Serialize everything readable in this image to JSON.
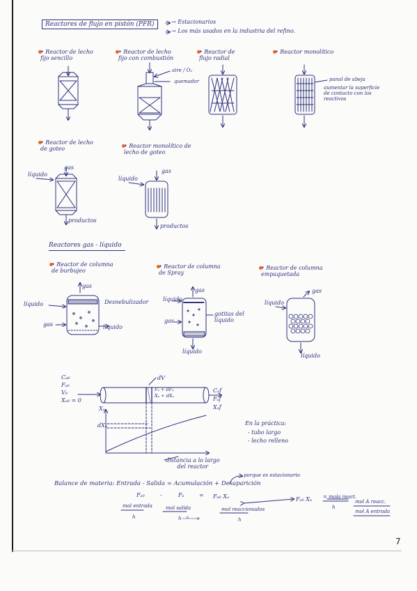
{
  "title": "Reactores de flujo en pistón (PFR)",
  "title_notes": [
    "→ Estacionarios",
    "→ Los más usados en la industria del refino."
  ],
  "reactors_row1": [
    {
      "label": "• Reactor de lecho\nfijo sencillo"
    },
    {
      "label": "• Reactor de lecho\nfijo con combustión"
    },
    {
      "label": "• Reactor de\nflujo radial"
    },
    {
      "label": "• Reactor monolítico"
    }
  ],
  "row1_annotations": {
    "aire": "aire / O₂",
    "quemador": "quemador",
    "panal": "panal de abeja",
    "panal_desc": "aumentar la superficie\nde contacto con los\nreactivos"
  },
  "reactors_row2": [
    {
      "label": "• Reactor de lecho\nde goteo"
    },
    {
      "label": "• Reactor monolítico de\nlecho de goteo"
    }
  ],
  "row2_annotations": {
    "gas1": "gas",
    "liquido1": "líquido",
    "productos1": "productos",
    "gas2": "gas",
    "liquido2": "líquido",
    "productos2": "productos"
  },
  "section2_title": "Reactores gas - líquido",
  "reactors_row3": [
    {
      "label": "• Reactor de columna\nde burbujeo"
    },
    {
      "label": "• Reactor de columna\nde Spray"
    },
    {
      "label": "• Reactor de columna\nempaquetada"
    }
  ],
  "row3_annotations": {
    "gas_a": "gas",
    "liquido_a": "líquido",
    "desnebulizador": "Desnebulizador",
    "gas_in_a": "gas",
    "liquido_out_a": "líquido",
    "gas_b": "gas",
    "liquido_b": "líquido",
    "gotitas": "gotitas del\nlíquido",
    "gas_in_b": "gas",
    "liquido_out_b": "líquido",
    "gas_c": "gas",
    "liquido_c": "líquido",
    "liquido_out_c": "líquido"
  },
  "pfr_diagram": {
    "inlet": [
      "Cₐ₀",
      "Fₐ₀",
      "V₀",
      "Xₐ₀ = 0"
    ],
    "outlet": [
      "Cₐf",
      "Fₐf",
      "Xₐf"
    ],
    "dv": "dV",
    "element": [
      "Fₐ + dFₐ",
      "Xₐ + dXₐ"
    ],
    "xa_axis": "Xₐ",
    "dxa": "dXₐ",
    "x_axis": "distancia a lo largo\ndel reactor"
  },
  "practice_notes": [
    "En la práctica:",
    "- tubo largo",
    "- lecho relleno"
  ],
  "balance": {
    "line1": "Balance de materia:  Entrada - Salida = Acumulación + Desaparición",
    "porque": "porque es estacionario",
    "fa0": "Fₐ₀",
    "minus": "-",
    "fa": "Fₐ",
    "equals": "=",
    "fa0xa": "Fₐ₀ Xₐ",
    "fa0xa2": "Fₐ₀ Xₐ",
    "eq_frac": "= mola react.",
    "h_unit": "h",
    "mol_a_reacc": "mol A reacc.",
    "mol_a_entrada": "mol A entrada",
    "mol_entrada": "mol entrada",
    "mol_salida": "mol salida",
    "mol_reaccionados": "mol reaccionados",
    "h1": "h",
    "h2": "h",
    "h3": "h",
    "h_pequeno": "h"
  },
  "page_number": "7"
}
